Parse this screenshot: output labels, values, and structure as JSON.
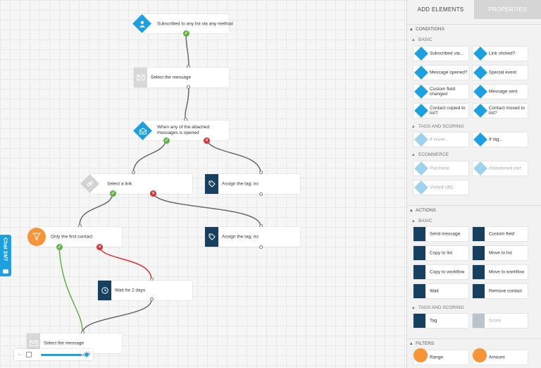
{
  "workflow": {
    "nodes": {
      "subscribed": "Subscribed to any list via any method",
      "select_message_1": "Select the message",
      "when_opened": "When any of the attached messages is opened",
      "select_link": "Select a link",
      "assign_tag_1": "Assign the tag: no",
      "first_contact": "Only the first contact",
      "assign_tag_2": "Assign the tag: no",
      "wait_2_days": "Wait for 2 days",
      "select_message_2": "Select the message"
    },
    "chat_tab": "Chat 24/7",
    "zoom": {
      "minus": "−",
      "plus": "+",
      "level": 0.95
    }
  },
  "panel": {
    "tabs": {
      "add": "ADD ELEMENTS",
      "properties": "PROPERTIES"
    },
    "conditions": {
      "title": "CONDITIONS",
      "basic": "BASIC",
      "items": [
        "Subscribed via...",
        "Link clicked?",
        "Message opened?",
        "Special event",
        "Custom field changed",
        "Message sent",
        "Contact copied to list?",
        "Contact moved to list?"
      ],
      "tags_title": "TAGS AND SCORING",
      "tags": [
        "If score...",
        "If tag..."
      ],
      "ecommerce_title": "ECOMMERCE",
      "ecommerce": [
        "Purchase",
        "Abandoned cart",
        "Visited URL"
      ]
    },
    "actions": {
      "title": "ACTIONS",
      "basic": "BASIC",
      "items": [
        "Send message",
        "Custom field",
        "Copy to list",
        "Move to list",
        "Copy to workflow",
        "Move to workflow",
        "Wait",
        "Remove contact"
      ],
      "tags_title": "TAGS AND SCORING",
      "tags": [
        "Tag",
        "Score"
      ]
    },
    "filters": {
      "title": "FILTERS",
      "items": [
        "Range",
        "Amount"
      ]
    }
  },
  "colors": {
    "blue": "#1ca1e0",
    "navy": "#173f5f",
    "orange": "#f7943a",
    "green": "#62b144",
    "red": "#dc3131"
  }
}
